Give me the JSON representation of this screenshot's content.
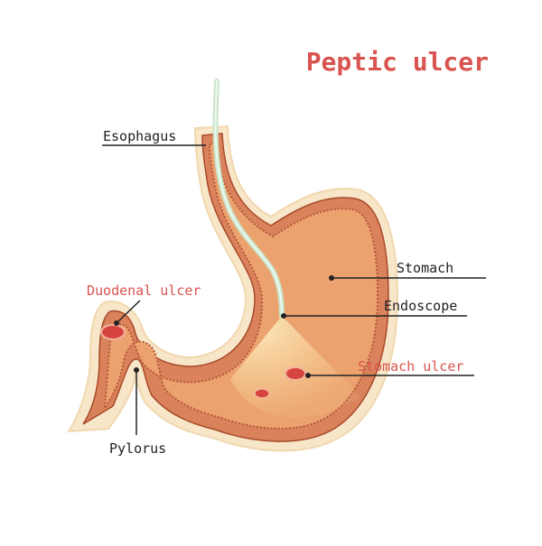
{
  "title": "Peptic ulcer",
  "labels": {
    "esophagus": "Esophagus",
    "stomach": "Stomach",
    "endoscope": "Endoscope",
    "stomach_ulcer": "Stomach ulcer",
    "duodenal_ulcer": "Duodenal ulcer",
    "pylorus": "Pylorus"
  },
  "colors": {
    "title": "#d9534f",
    "ulcer_label": "#d9534f",
    "label": "#222222",
    "outer_membrane": "#f8e6c8",
    "wall": "#d9825b",
    "wall_dark": "#a8492b",
    "lumen": "#eca26e",
    "endoscope": "#d7efd9",
    "light_beam": "#fbe6a6",
    "ulcer": "#d6443f"
  }
}
